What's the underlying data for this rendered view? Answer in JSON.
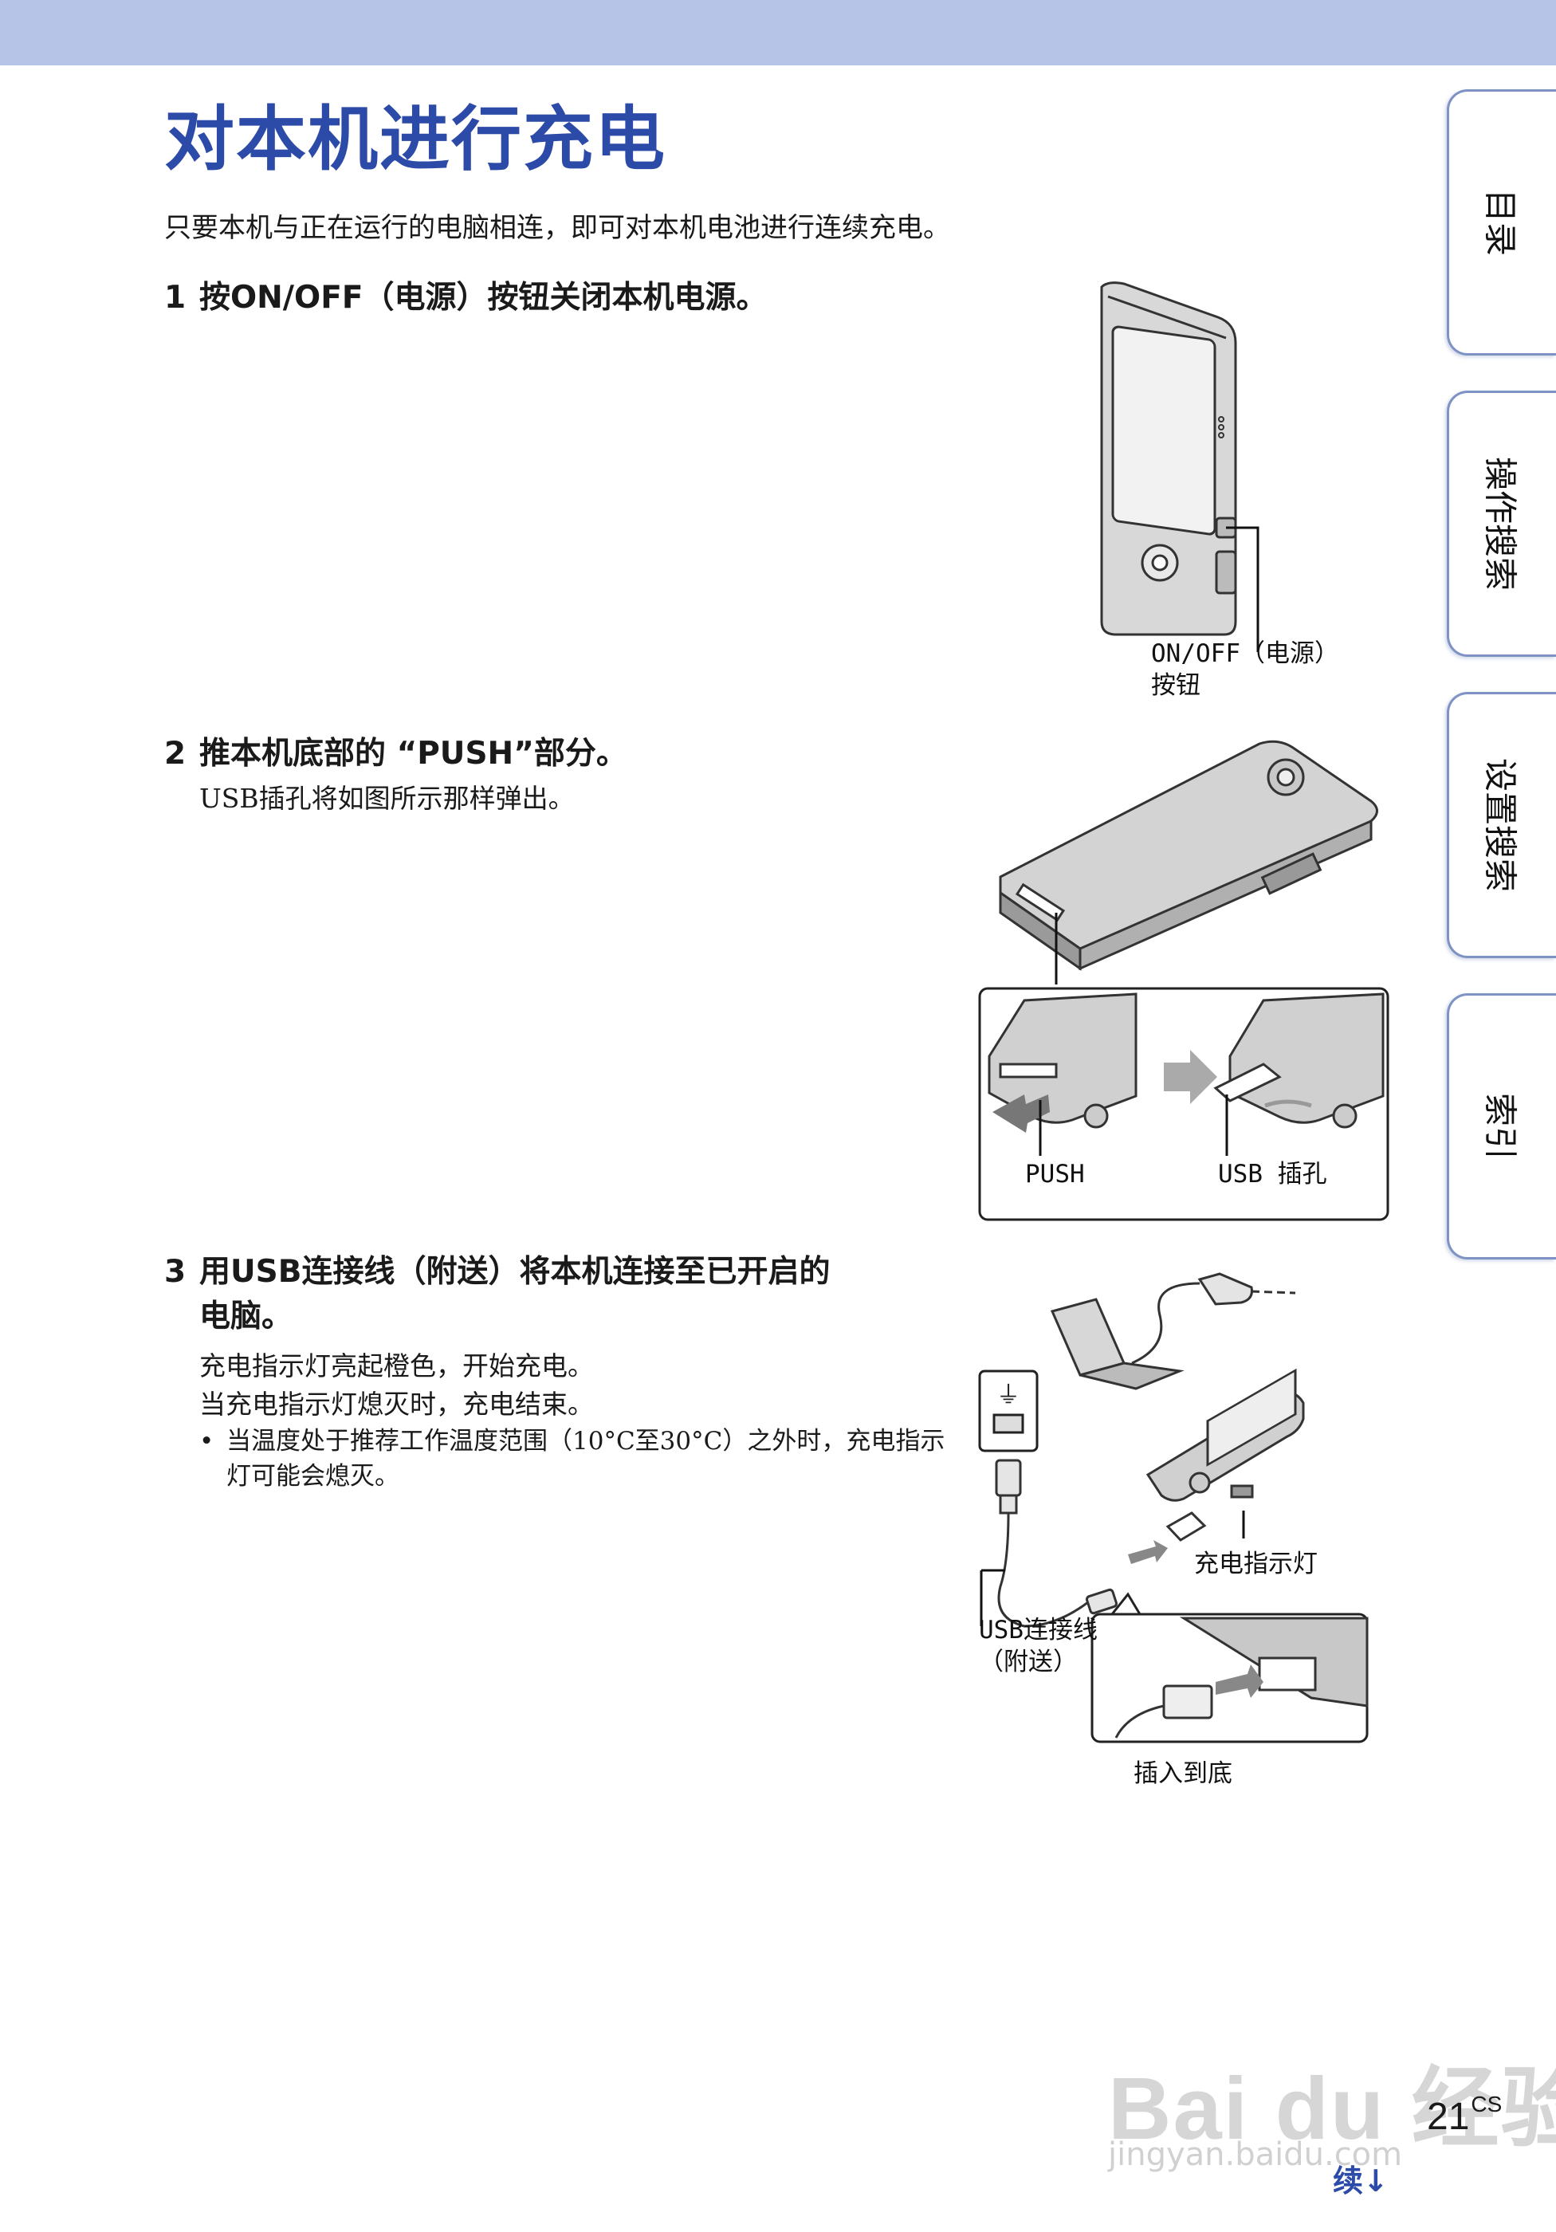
{
  "page": {
    "title": "对本机进行充电",
    "intro": "只要本机与正在运行的电脑相连，即可对本机电池进行连续充电。"
  },
  "steps": [
    {
      "number": "1",
      "text": "按ON/OFF（电源）按钮关闭本机电源。"
    },
    {
      "number": "2",
      "text": "推本机底部的 “PUSH”部分。",
      "sub": "USB插孔将如图所示那样弹出。"
    },
    {
      "number": "3",
      "text_line1": "用USB连接线（附送）将本机连接至已开启的",
      "text_line2": "电脑。",
      "sub_lines": [
        "充电指示灯亮起橙色，开始充电。",
        "当充电指示灯熄灭时，充电结束。"
      ],
      "bullet": "当温度处于推荐工作温度范围（10°C至30°C）之外时，充电指示灯可能会熄灭。"
    }
  ],
  "figure1": {
    "caption_line1": "ON/OFF（电源）",
    "caption_line2": "按钮"
  },
  "figure2": {
    "label_push": "PUSH",
    "label_usb": "USB 插孔"
  },
  "figure3": {
    "label_indicator": "充电指示灯",
    "label_cable_line1": "USB连接线",
    "label_cable_line2": "（附送）",
    "label_insert": "插入到底"
  },
  "sidebar": {
    "tabs": [
      "目录",
      "操作搜索",
      "设置搜索",
      "索引"
    ]
  },
  "footer": {
    "page_number": "21",
    "page_suffix": "CS",
    "continued": "续"
  },
  "watermark": {
    "brand": "Bai du 经验",
    "url": "jingyan.baidu.com"
  },
  "colors": {
    "header_band": "#b6c4e7",
    "title": "#2c4aa8",
    "tab_border": "#7e93c4"
  }
}
